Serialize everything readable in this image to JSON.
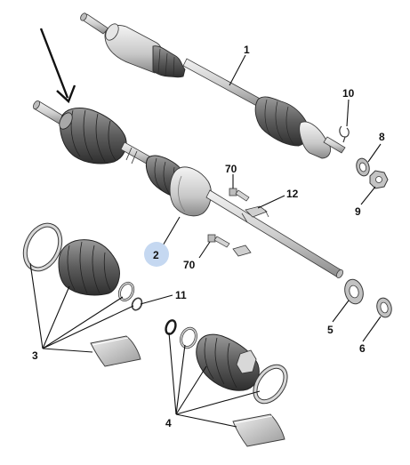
{
  "diagram": {
    "type": "exploded-parts-view",
    "colors": {
      "background": "#ffffff",
      "part_fill": "#d6d6d6",
      "part_shadow": "#8c8c8c",
      "boot_fill": "#6e6e6e",
      "boot_dark": "#2e2e2e",
      "outline": "#3a3a3a",
      "label": "#111111",
      "highlight_circle": "#c5d8f1"
    },
    "callouts": {
      "c1": "1",
      "c2": "2",
      "c3": "3",
      "c4": "4",
      "c5": "5",
      "c6": "6",
      "c8": "8",
      "c9": "9",
      "c10": "10",
      "c11": "11",
      "c12": "12",
      "c70a": "70",
      "c70b": "70"
    },
    "highlighted_callout": "2",
    "icons": {
      "direction_arrow": "arrow-down-right-icon"
    }
  }
}
